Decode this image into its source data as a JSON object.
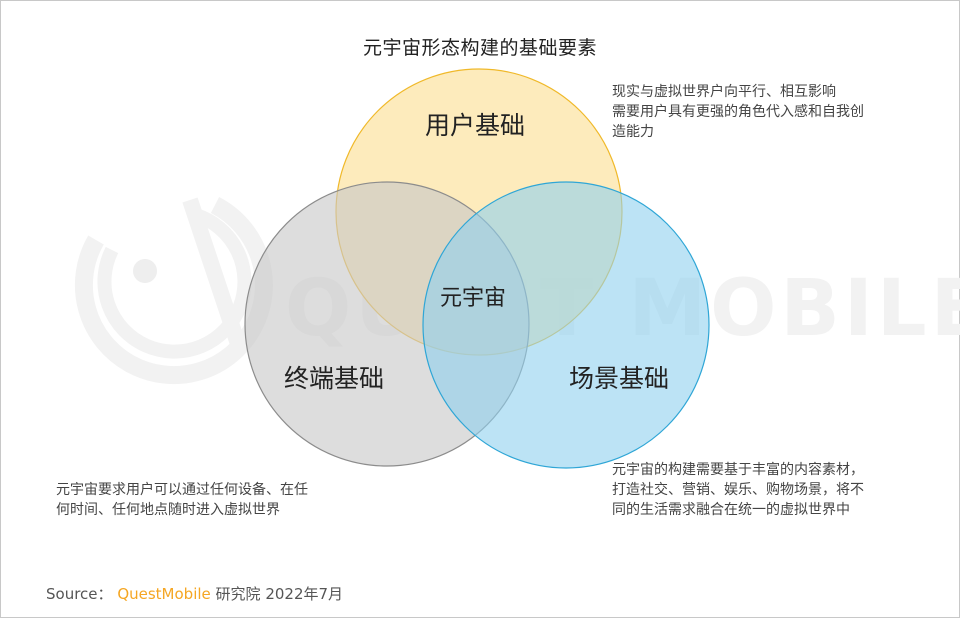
{
  "title": "元宇宙形态构建的基础要素",
  "watermark": {
    "text": "QUEST MOBILE",
    "icon": "questmobile-logo-icon"
  },
  "circles": [
    {
      "id": "user",
      "label": "用户基础",
      "fill": "#fde7b0",
      "stroke": "#f0b92a"
    },
    {
      "id": "terminal",
      "label": "终端基础",
      "fill": "#d9d9d9",
      "stroke": "#8c8c8c"
    },
    {
      "id": "scene",
      "label": "场景基础",
      "fill": "#a9dcf2",
      "stroke": "#2fa6d6"
    }
  ],
  "center_label": "元宇宙",
  "notes": {
    "user": [
      "现实与虚拟世界户向平行、相互影响",
      "需要用户具有更强的角色代入感和自我创",
      "造能力"
    ],
    "terminal": [
      "元宇宙要求用户可以通过任何设备、在任",
      "何时间、任何地点随时进入虚拟世界"
    ],
    "scene": [
      "元宇宙的构建需要基于丰富的内容素材，",
      "打造社交、营销、娱乐、购物场景，将不",
      "同的生活需求融合在统一的虚拟世界中"
    ]
  },
  "source": {
    "prefix": "Source：",
    "brand": "QuestMobile",
    "suffix": "研究院 2022年7月",
    "brand_color": "#f5a623"
  }
}
